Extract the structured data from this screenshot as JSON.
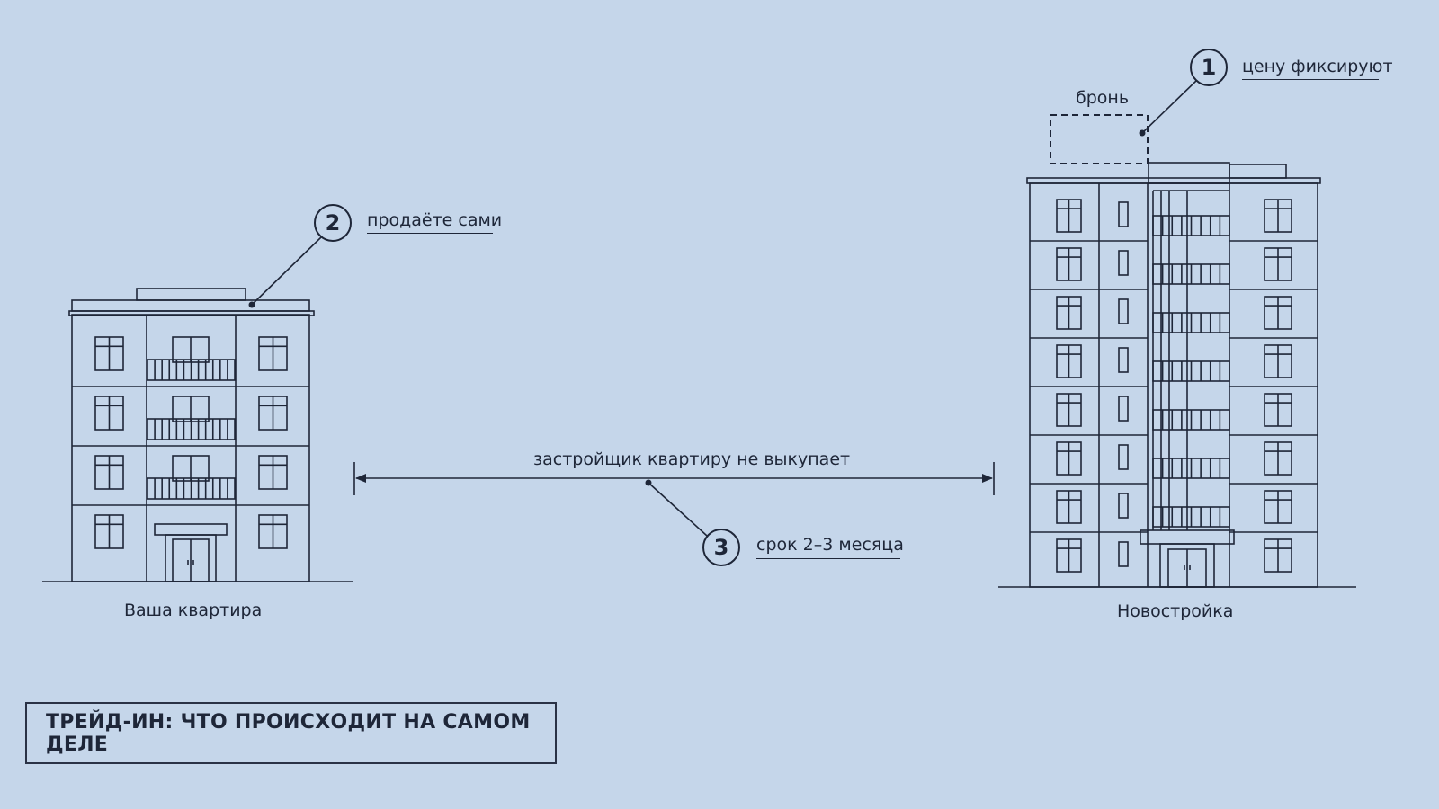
{
  "diagram": {
    "title": "ТРЕЙД-ИН: ЧТО ПРОИСХОДИТ НА САМОМ ДЕЛЕ",
    "left_building": {
      "label": "Ваша квартира"
    },
    "right_building": {
      "label": "Новостройка",
      "reserved_label": "бронь"
    },
    "arrow_label": "застройщик квартиру не выкупает",
    "callouts": [
      {
        "number": "1",
        "text": "цену фиксируют"
      },
      {
        "number": "2",
        "text": "продаёте сами"
      },
      {
        "number": "3",
        "text": "срок 2–3 месяца"
      }
    ],
    "colors": {
      "background": "#c5d6ea",
      "ink": "#1e2638"
    }
  }
}
